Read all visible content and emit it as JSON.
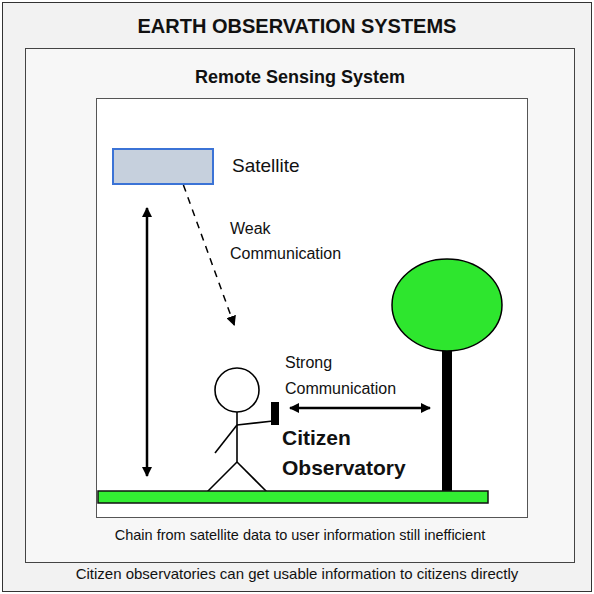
{
  "diagram": {
    "nodes": [
      {
        "text": [
          "EARTH OBSERVATION SYSTEMS",
          "Citizen observatories can get usable information to citizens directly"
        ]
      },
      {
        "text": [
          "Remote Sensing System",
          "Chain from satellite data to user information still inefficient"
        ],
        "in": 0
      },
      {
        "text": [
          "Satellite"
        ],
        "in": 1
      },
      {
        "text": [
          "Citizen Observatory"
        ],
        "in": 1
      }
    ],
    "edges": [
      {
        "from": 2,
        "to": 3,
        "arrow": "to",
        "label": "Weak Communication"
      }
    ],
    "labels": [
      "Strong Communication"
    ]
  }
}
